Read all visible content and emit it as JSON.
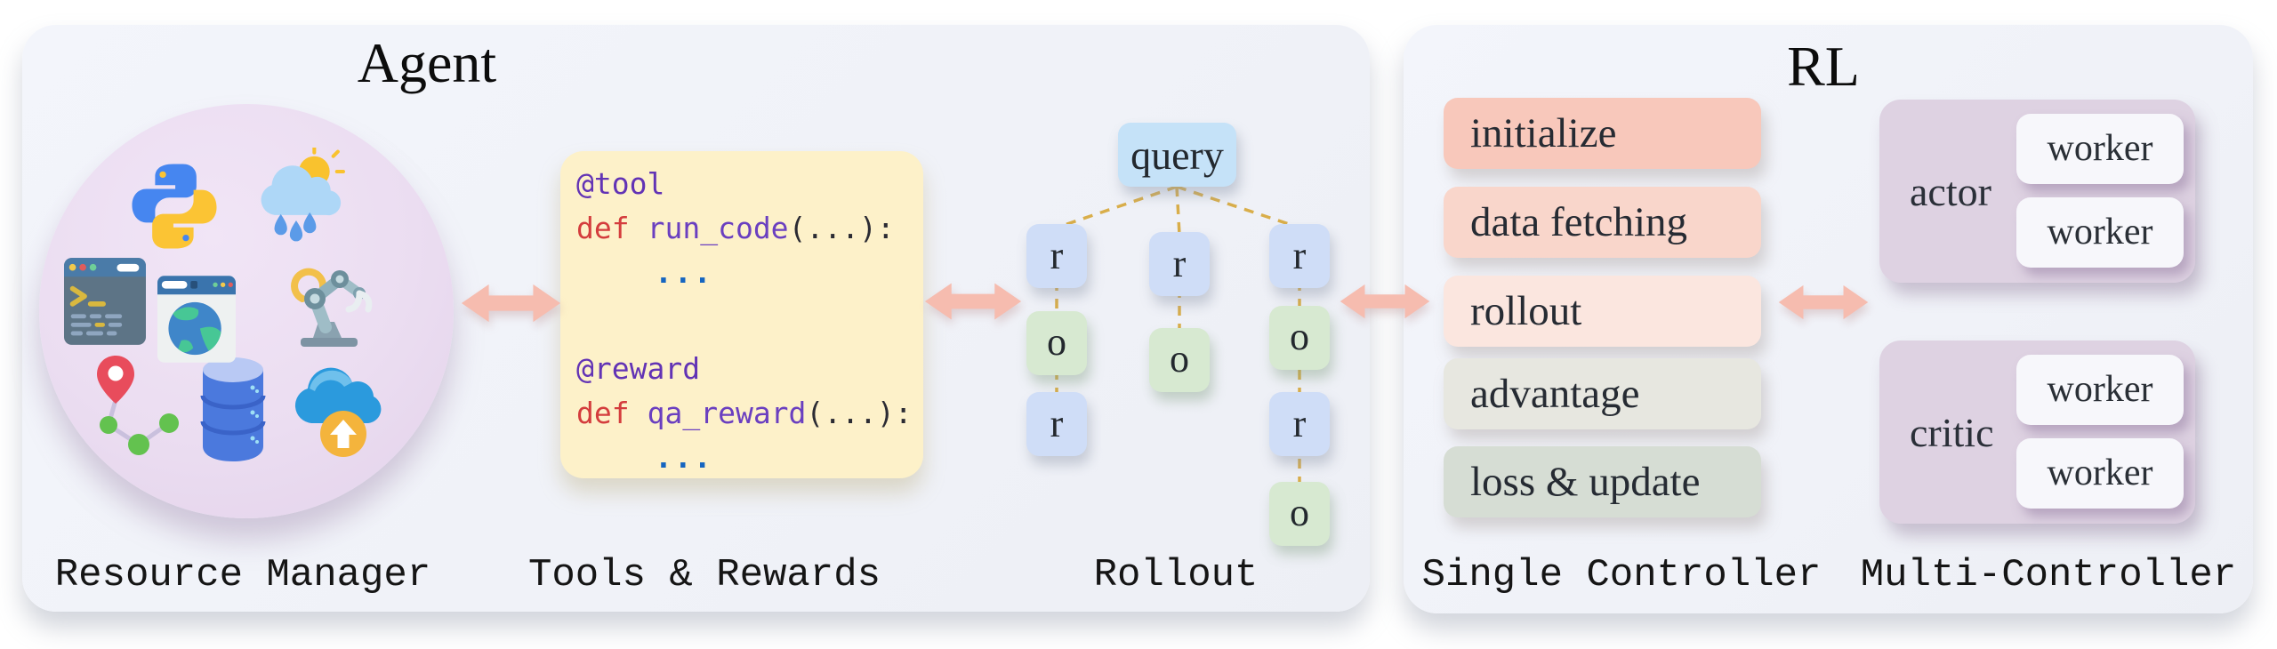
{
  "colors": {
    "page": "#ffffff",
    "panel_bg": "#f0f2f8",
    "arrow": "#f6bcaf",
    "circle_bg": "#ebddf1",
    "code_bg": "#fdf1c9",
    "code_dec": "#6233b5",
    "code_kw": "#d43d3d",
    "code_fn": "#6a3fc0",
    "code_plain": "#2b2b33",
    "code_dots": "#1565c0",
    "query_bg": "#c5e2f8",
    "r_bg": "#cfddf7",
    "o_bg": "#d7e9d1",
    "dash": "#d9ae4a",
    "step1": "#f8c8bb",
    "step2": "#f9d6cb",
    "step3": "#fbe6df",
    "step4": "#e7e7e0",
    "step5": "#d6ddd4",
    "group_bg": "#ded2e2",
    "worker_bg": "#f7f7fb"
  },
  "agent": {
    "title": "Agent",
    "resource_manager": {
      "label": "Resource Manager",
      "icons": [
        "python-icon",
        "weather-icon",
        "terminal-icon",
        "browser-globe-icon",
        "robot-arm-icon",
        "map-route-icon",
        "database-icon",
        "cloud-upload-icon"
      ]
    },
    "tools_rewards": {
      "label": "Tools & Rewards",
      "code": {
        "decorator1": "@tool",
        "def1_kw": "def",
        "def1_name": "run_code",
        "def1_args": "(...):",
        "body1": "...",
        "decorator2": "@reward",
        "def2_kw": "def",
        "def2_name": "qa_reward",
        "def2_args": "(...):",
        "body2": "..."
      }
    },
    "rollout": {
      "label": "Rollout",
      "query_label": "query",
      "branches": [
        [
          "r",
          "o",
          "r"
        ],
        [
          "r",
          "o"
        ],
        [
          "r",
          "o",
          "r",
          "o"
        ]
      ]
    }
  },
  "rl": {
    "title": "RL",
    "single_controller": {
      "label": "Single Controller",
      "steps": [
        "initialize",
        "data fetching",
        "rollout",
        "advantage",
        "loss & update"
      ]
    },
    "multi_controller": {
      "label": "Multi-Controller",
      "groups": [
        {
          "name": "actor",
          "workers": [
            "worker",
            "worker"
          ]
        },
        {
          "name": "critic",
          "workers": [
            "worker",
            "worker"
          ]
        }
      ]
    }
  }
}
